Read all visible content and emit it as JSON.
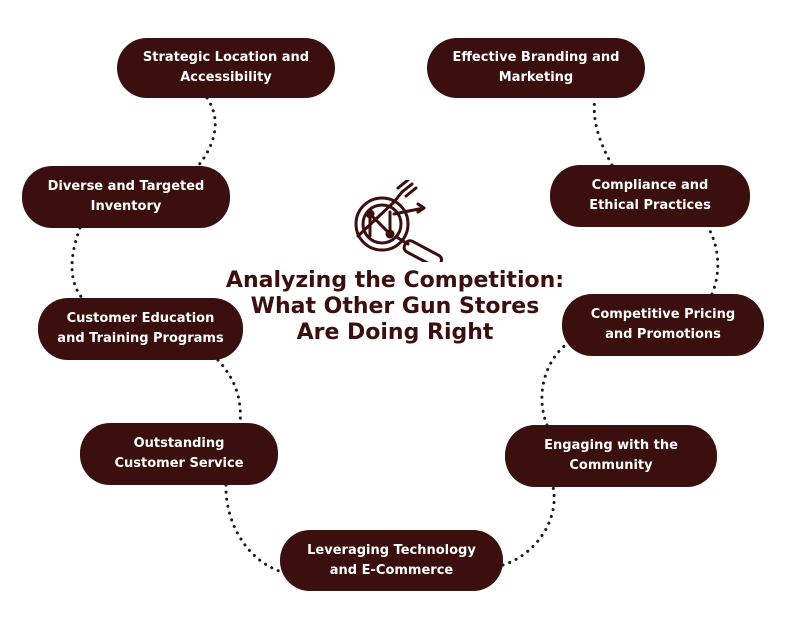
{
  "title_lines": [
    "Analyzing the Competition:",
    "What Other Gun Stores",
    "Are Doing Right"
  ],
  "nodes": [
    {
      "lines": [
        "Strategic Location and",
        "Accessibility"
      ]
    },
    {
      "lines": [
        "Diverse and Targeted",
        "Inventory"
      ]
    },
    {
      "lines": [
        "Customer Education",
        "and Training Programs"
      ]
    },
    {
      "lines": [
        "Outstanding",
        "Customer Service"
      ]
    },
    {
      "lines": [
        "Leveraging Technology",
        "and E-Commerce"
      ]
    },
    {
      "lines": [
        "Engaging with the",
        "Community"
      ]
    },
    {
      "lines": [
        "Competitive Pricing",
        "and Promotions"
      ]
    },
    {
      "lines": [
        "Compliance and",
        "Ethical Practices"
      ]
    },
    {
      "lines": [
        "Effective Branding and",
        "Marketing"
      ]
    }
  ],
  "colors": {
    "node_fill": "#3a0f0d",
    "node_text": "#ffffff",
    "title": "#3a0f0d",
    "connector": "#1a1a1a"
  },
  "icon": "magnifier-analysis-icon"
}
